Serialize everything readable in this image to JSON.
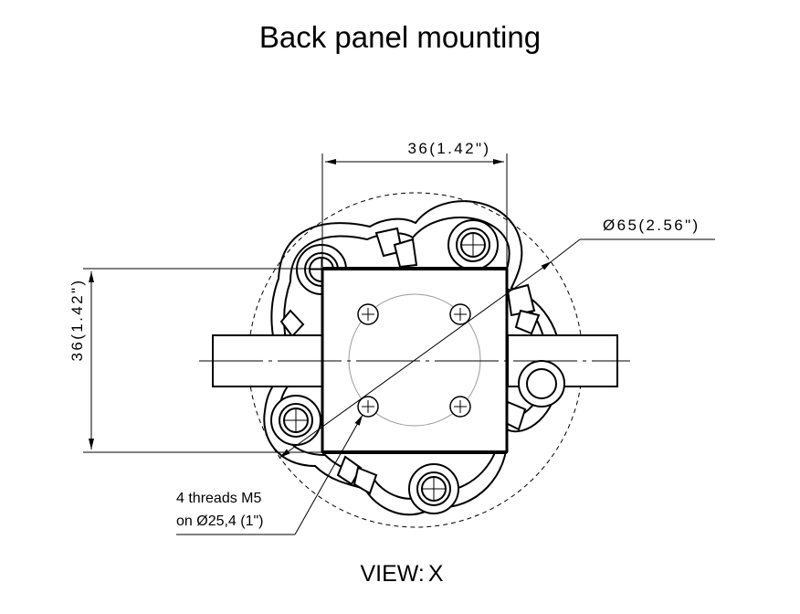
{
  "title": "Back panel mounting",
  "view": {
    "label": "VIEW:",
    "letter": "X"
  },
  "dimensions": {
    "width": "36(1.42\")",
    "height": "36(1.42\")",
    "diameter": "Ø65(2.56\")"
  },
  "note": {
    "line1": "4 threads M5",
    "line2": "on Ø25,4 (1\")"
  },
  "colors": {
    "ink": "#000000",
    "construction": "#9a9a9a",
    "background": "#ffffff"
  }
}
